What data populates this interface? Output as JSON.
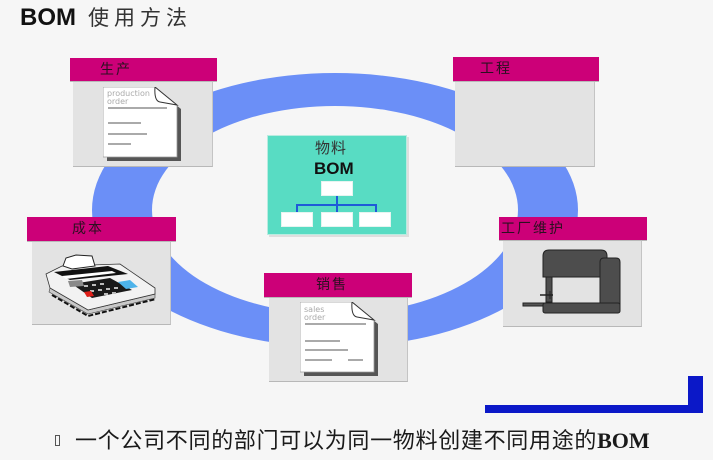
{
  "title": {
    "prefix": "BOM",
    "text": "使用方法"
  },
  "center": {
    "label": "物料",
    "title": "BOM",
    "icon": "bom-hierarchy-tree"
  },
  "departments": {
    "production": {
      "label": "生产",
      "icon": "production-order-document",
      "doc_text": [
        "production",
        "order"
      ]
    },
    "engineering": {
      "label": "工程"
    },
    "costing": {
      "label": "成本",
      "icon": "calculator"
    },
    "plant_maintenance": {
      "label": "工厂维护",
      "icon": "sewing-machine"
    },
    "sales": {
      "label": "销售",
      "icon": "sales-order-document",
      "doc_text": [
        "sales",
        "order"
      ]
    }
  },
  "footer": {
    "bullet_icon": "missing-glyph-box",
    "text": "一个公司不同的部门可以为同一物料创建不同用途的",
    "suffix": "BOM"
  },
  "colors": {
    "header": "#cc0078",
    "ring": "#6b8ff7",
    "bom": "#58dcc3",
    "bracket": "#0b18c8",
    "panel": "#e3e3e3"
  }
}
